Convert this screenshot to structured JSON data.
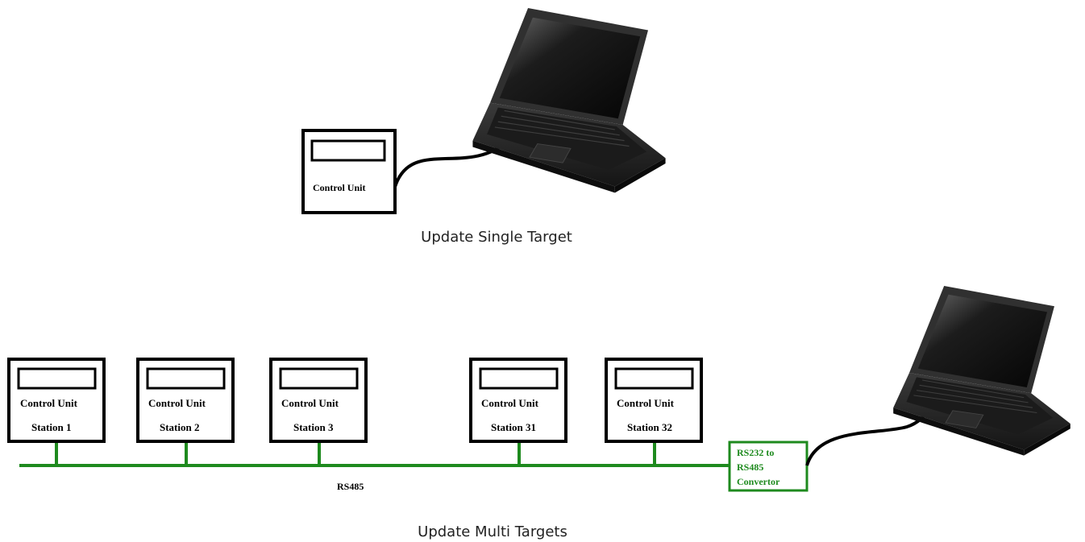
{
  "single": {
    "control_unit_label": "Control Unit",
    "caption": "Update Single Target"
  },
  "multi": {
    "stations": [
      {
        "unit_label": "Control Unit",
        "station_label": "Station 1"
      },
      {
        "unit_label": "Control Unit",
        "station_label": "Station 2"
      },
      {
        "unit_label": "Control Unit",
        "station_label": "Station 3"
      },
      {
        "unit_label": "Control Unit",
        "station_label": "Station 31"
      },
      {
        "unit_label": "Control Unit",
        "station_label": "Station 32"
      }
    ],
    "bus_label": "RS485",
    "converter_lines": [
      "RS232 to",
      "RS485",
      "Convertor"
    ],
    "caption": "Update Multi Targets"
  },
  "colors": {
    "bus": "#1e8a1e",
    "converter_text": "#1e8a1e",
    "box_border": "#000000",
    "cable": "#000000",
    "laptop_body": "#2a2a2a"
  },
  "icons": {
    "laptop": "laptop-icon"
  }
}
